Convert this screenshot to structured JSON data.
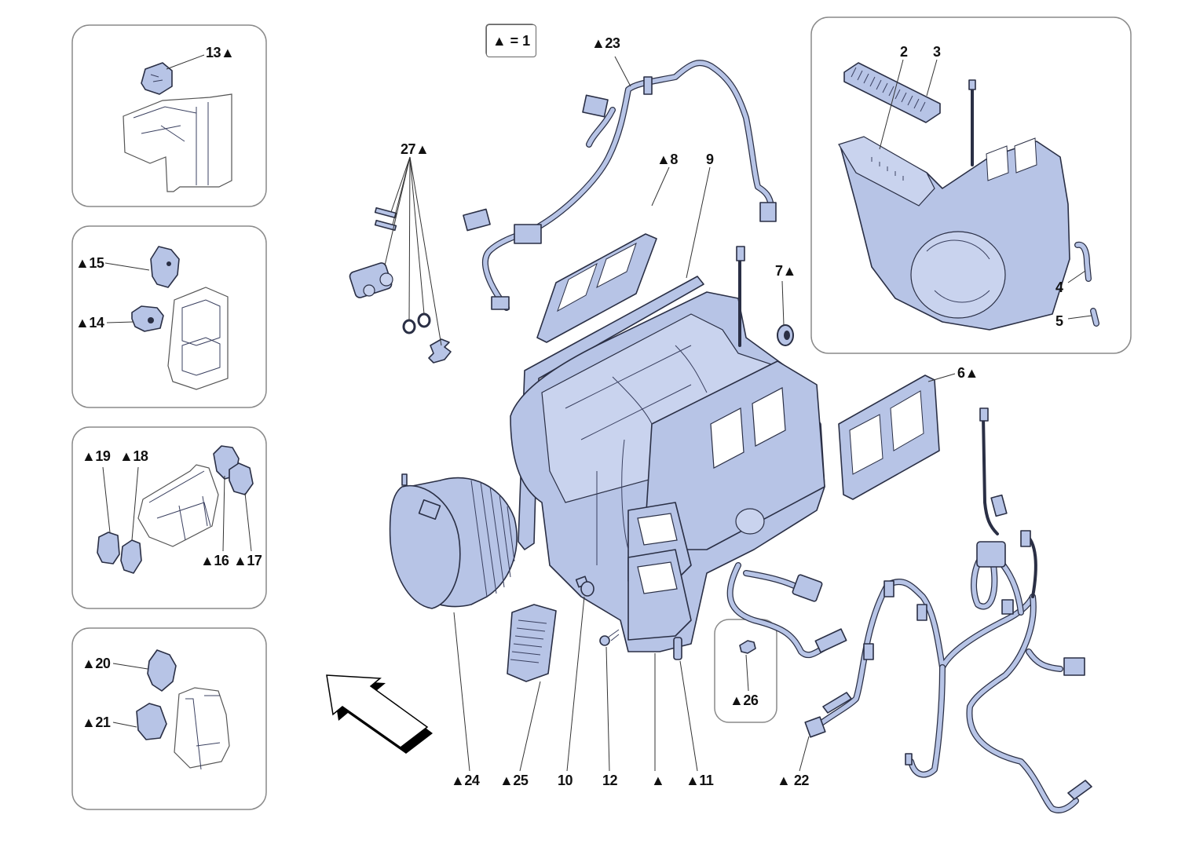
{
  "diagram": {
    "title": "",
    "colors": {
      "part_fill": "#b7c4e6",
      "part_stroke": "#2a2f45",
      "leader": "#333333",
      "inset_border": "#8a8a8a"
    },
    "legend": {
      "text": "▲ = 1",
      "symbol": "▲",
      "meaning": "1"
    },
    "insets": [
      {
        "id": "inset-a",
        "labels": [
          "13▲"
        ]
      },
      {
        "id": "inset-b",
        "labels": [
          "▲15",
          "▲14"
        ]
      },
      {
        "id": "inset-c",
        "labels": [
          "▲19",
          "▲18",
          "▲16",
          "▲17"
        ]
      },
      {
        "id": "inset-d",
        "labels": [
          "▲20",
          "▲21"
        ]
      },
      {
        "id": "inset-top-right",
        "labels": [
          "2",
          "3",
          "4",
          "5"
        ]
      },
      {
        "id": "inset-26",
        "labels": [
          "▲26"
        ]
      }
    ],
    "callouts": {
      "p13": "13▲",
      "p15": "▲15",
      "p14": "▲14",
      "p19": "▲19",
      "p18": "▲18",
      "p16": "▲16",
      "p17": "▲17",
      "p20": "▲20",
      "p21": "▲21",
      "p23": "▲23",
      "p27": "27▲",
      "p8": "▲8",
      "p9": "9",
      "p7": "7▲",
      "p2": "2",
      "p3": "3",
      "p4": "4",
      "p5": "5",
      "p6": "6▲",
      "p26": "▲26",
      "p24": "▲24",
      "p25": "▲25",
      "p10": "10",
      "p12": "12",
      "p1": "▲",
      "p11": "▲11",
      "p22": "▲ 22"
    },
    "direction_arrow": "front-direction-arrow"
  }
}
